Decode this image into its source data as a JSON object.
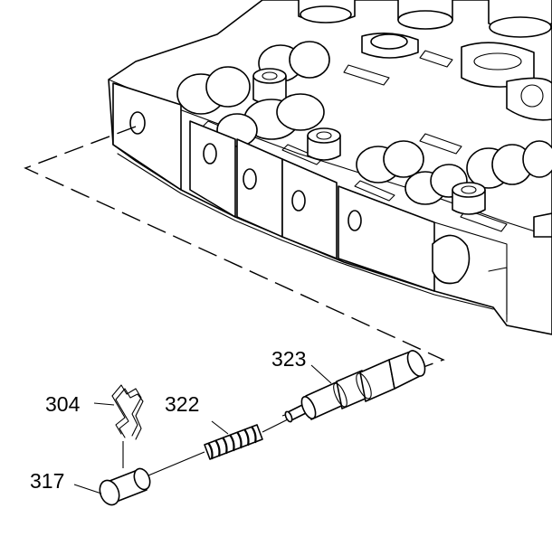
{
  "callouts": {
    "c323": "323",
    "c304": "304",
    "c322": "322",
    "c317": "317"
  },
  "illustration": {
    "valve_body": "valve-body-illustration",
    "assembly_path": "dashed-assembly-line",
    "parts": [
      "valve-323",
      "spring-322",
      "retainer-clip-304",
      "plug-317"
    ]
  }
}
